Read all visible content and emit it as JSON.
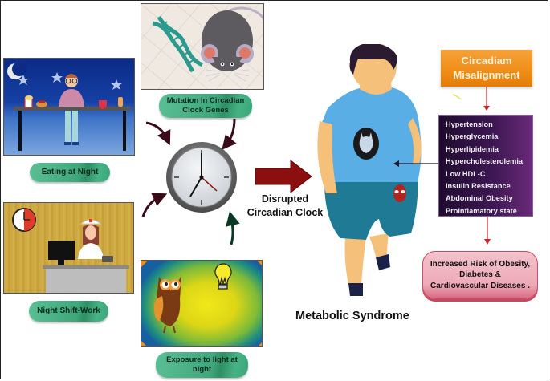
{
  "causes": {
    "mutation": {
      "label": "Mutation in Circadian Clock Genes"
    },
    "eating": {
      "label": "Eating at Night"
    },
    "shift": {
      "label": "Night Shift-Work"
    },
    "light": {
      "label": "Exposure to light at night"
    }
  },
  "center": {
    "clock_label_line1": "Disrupted",
    "clock_label_line2": "Circadian Clock"
  },
  "outcome": {
    "title": "Metabolic Syndrome",
    "misalignment_line1": "Circadiam",
    "misalignment_line2": "Misalignment",
    "conditions": [
      "Hypertension",
      "Hyperglycemia",
      "Hyperlipidemia",
      "Hypercholesterolemia",
      "Low HDL-C",
      "Insulin Resistance",
      "Abdominal Obesity",
      "Proinflamatory state"
    ],
    "risk_line1": "Increased Risk of Obesity,",
    "risk_line2": "Diabetes  &",
    "risk_line3": "Cardiovascular Diseases ."
  },
  "colors": {
    "pill_green": "#3fa77c",
    "arrow_red": "#8b0f0f",
    "orange": "#f08d17",
    "purple": "#3a1650",
    "pink": "#eeaab8",
    "shirt": "#5aaee6",
    "shorts": "#1f7a96",
    "skin": "#f5c07a"
  }
}
